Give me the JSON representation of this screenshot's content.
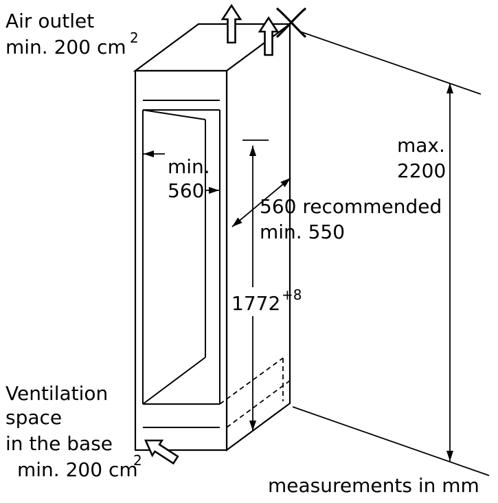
{
  "labels": {
    "air_outlet_line1": "Air outlet",
    "air_outlet_line2": "min. 200 cm",
    "air_outlet_sup": "2",
    "vent_line1": "Ventilation",
    "vent_line2": "space",
    "vent_line3": "in the base",
    "vent_line4": "min. 200 cm",
    "vent_sup": "2",
    "width_line1": "min.",
    "width_line2": "560",
    "depth_line1": "560 recommended",
    "depth_line2": "min. 550",
    "height_value": "1772",
    "height_sup": "+8",
    "max_line1": "max.",
    "max_line2": "2200",
    "footer": "measurements in mm"
  },
  "colors": {
    "line": "#000000",
    "background": "#ffffff"
  }
}
